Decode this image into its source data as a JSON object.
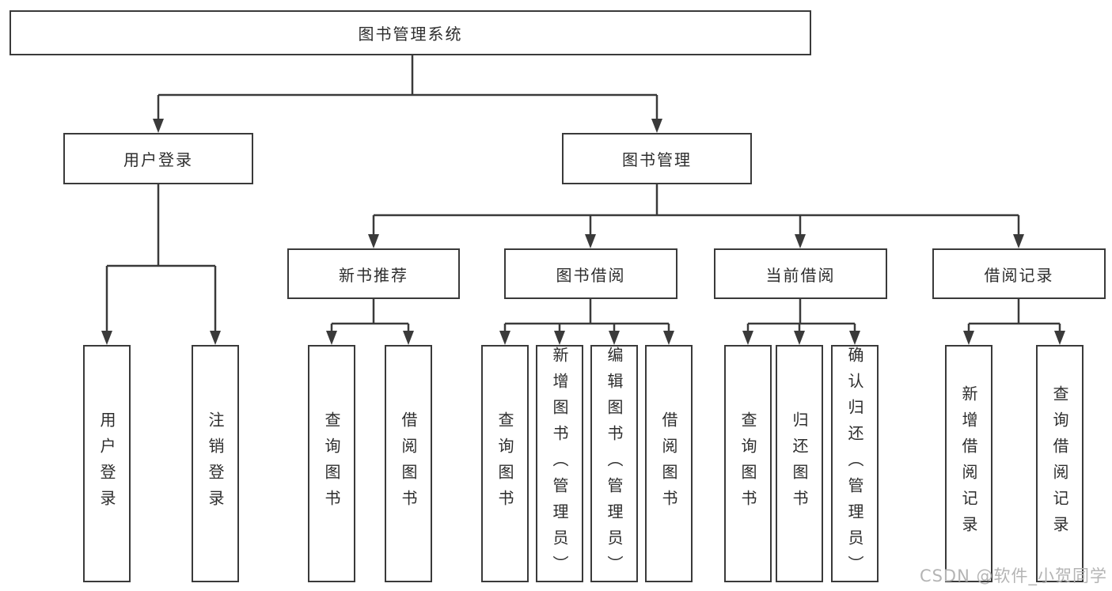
{
  "colors": {
    "background": "#ffffff",
    "line": "#3a3a3a",
    "box_border": "#3a3a3a",
    "box_fill": "#ffffff",
    "text": "#2d2d2d",
    "watermark": "#b4b4b4"
  },
  "watermark": {
    "text": "CSDN @软件_小贺同学"
  },
  "diagram": {
    "type": "hierarchy-tree",
    "root": {
      "label": "图书管理系统"
    },
    "branches": [
      {
        "label": "用户登录",
        "children": [
          {
            "label": "用户登录"
          },
          {
            "label": "注销登录"
          }
        ]
      },
      {
        "label": "图书管理",
        "children": [
          {
            "label": "新书推荐",
            "children": [
              {
                "label": "查询图书"
              },
              {
                "label": "借阅图书"
              }
            ]
          },
          {
            "label": "图书借阅",
            "children": [
              {
                "label": "查询图书"
              },
              {
                "label": "新增图书（管理员）"
              },
              {
                "label": "编辑图书（管理员）"
              },
              {
                "label": "借阅图书"
              }
            ]
          },
          {
            "label": "当前借阅",
            "children": [
              {
                "label": "查询图书"
              },
              {
                "label": "归还图书"
              },
              {
                "label": "确认归还（管理员）"
              }
            ]
          },
          {
            "label": "借阅记录",
            "children": [
              {
                "label": "新增借阅记录"
              },
              {
                "label": "查询借阅记录"
              }
            ]
          }
        ]
      }
    ]
  }
}
